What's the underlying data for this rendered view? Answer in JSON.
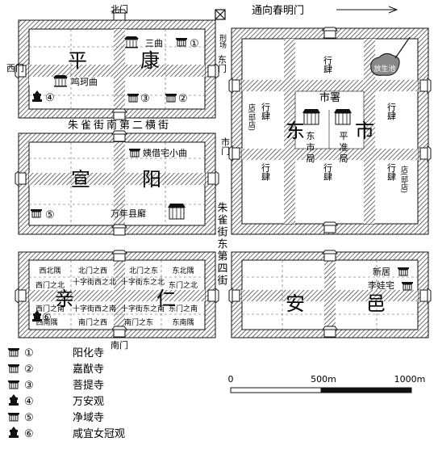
{
  "map": {
    "north_gate": "北门",
    "south_gate": "南门",
    "west_gate": "西门",
    "east_gate_top": "东门",
    "east_market_gate": "市门",
    "execution_ground": "刑场",
    "to_chunming_gate": "通向春明门",
    "street_heng2": "朱雀街南第二横街",
    "street_dong4": "朱雀街东第四街",
    "pond": "放生池"
  },
  "wards": {
    "pingkang": [
      "平",
      "康"
    ],
    "xuanyang": [
      "宣",
      "阳"
    ],
    "qinren": [
      "亲",
      "仁"
    ],
    "anyi": [
      "安",
      "邑"
    ],
    "dongshi": [
      "东",
      "市"
    ]
  },
  "pingkang_labels": {
    "sanqu": "三曲",
    "mingkequ": "鸣珂曲"
  },
  "xuanyang_labels": {
    "residence": "姨借宅小曲",
    "county_office": "万年县廨"
  },
  "dongshi_labels": {
    "shishu": "市署",
    "dongshiju": [
      "东",
      "市",
      "局"
    ],
    "pingzhunju": [
      "平",
      "准",
      "局"
    ],
    "hangsi": "行肆",
    "dian": "店",
    "dian_note": "(邸店)"
  },
  "qinren_cells": [
    "西北隅",
    "北门之西",
    "北门之东",
    "东北隅",
    "西门之北",
    "十字街西之北",
    "十字街东之北",
    "东门之北",
    "西门之南",
    "十字街西之南",
    "十字街东之南",
    "东门之南",
    "西南隅",
    "南门之西",
    "南门之东",
    "东南隅"
  ],
  "anyi_labels": {
    "new_residence": "新居",
    "li_residence": "李娃宅"
  },
  "markers": {
    "m1": "①",
    "m2": "②",
    "m3": "③",
    "m4": "④",
    "m5": "⑤",
    "m6": "⑥"
  },
  "legend": [
    {
      "num": "①",
      "name": "阳化寺",
      "icon": "temple-icon"
    },
    {
      "num": "②",
      "name": "嘉猷寺",
      "icon": "temple-icon"
    },
    {
      "num": "③",
      "name": "菩提寺",
      "icon": "temple-icon"
    },
    {
      "num": "④",
      "name": "万安观",
      "icon": "taoist-temple-icon"
    },
    {
      "num": "⑤",
      "name": "净域寺",
      "icon": "temple-icon"
    },
    {
      "num": "⑥",
      "name": "咸宜女冠观",
      "icon": "taoist-temple-icon"
    }
  ],
  "scale": {
    "tick0": "0",
    "tick1": "500m",
    "tick2": "1000m"
  }
}
